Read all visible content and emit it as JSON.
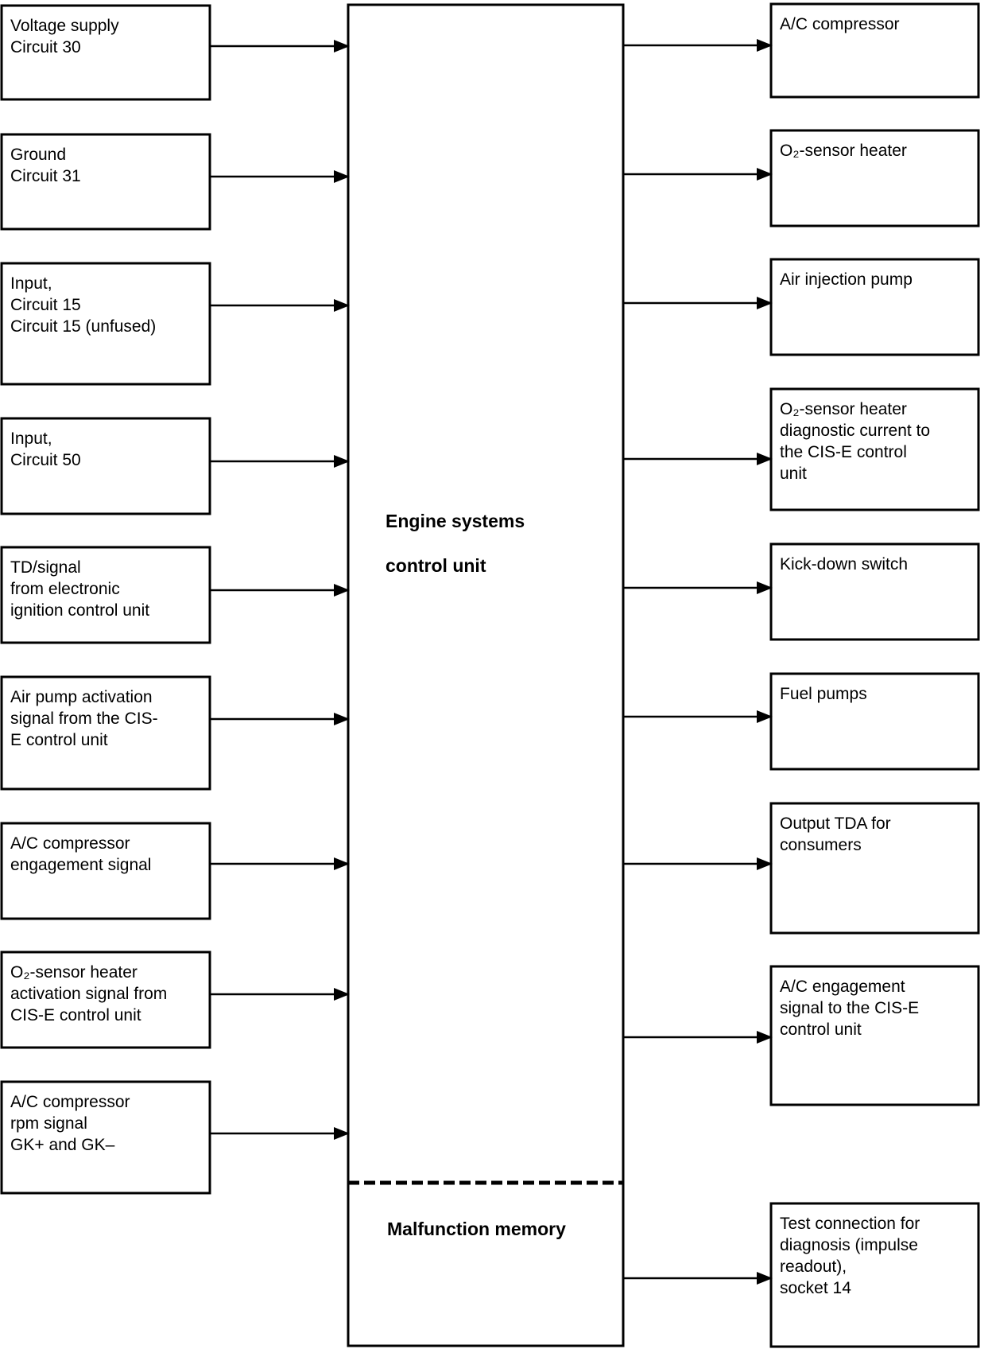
{
  "central_unit": {
    "title_line1": "Engine systems",
    "title_line2": "control unit",
    "memory_label": "Malfunction memory"
  },
  "inputs": [
    {
      "lines": [
        "Voltage supply",
        "Circuit 30"
      ]
    },
    {
      "lines": [
        "Ground",
        "Circuit 31"
      ]
    },
    {
      "lines": [
        "Input,",
        "Circuit 15",
        "Circuit 15 (unfused)"
      ]
    },
    {
      "lines": [
        "Input,",
        "Circuit 50"
      ]
    },
    {
      "lines": [
        "TD/signal",
        "from electronic",
        "ignition control unit"
      ]
    },
    {
      "lines": [
        "Air pump activation",
        "signal from the CIS-",
        "E control unit"
      ]
    },
    {
      "lines": [
        "A/C compressor",
        "engagement signal"
      ]
    },
    {
      "lines": [
        "O₂-sensor heater",
        "activation signal from",
        "CIS-E control unit"
      ]
    },
    {
      "lines": [
        "A/C compressor",
        "rpm signal",
        "GK+ and GK–"
      ]
    }
  ],
  "outputs": [
    {
      "lines": [
        "A/C compressor"
      ]
    },
    {
      "lines": [
        "O₂-sensor heater"
      ]
    },
    {
      "lines": [
        "Air injection pump"
      ]
    },
    {
      "lines": [
        "O₂-sensor heater",
        "diagnostic current to",
        "the CIS-E control",
        "unit"
      ]
    },
    {
      "lines": [
        "Kick-down switch"
      ]
    },
    {
      "lines": [
        "Fuel pumps"
      ]
    },
    {
      "lines": [
        "Output TDA for",
        "consumers"
      ]
    },
    {
      "lines": [
        "A/C engagement",
        "signal to the CIS-E",
        "control unit"
      ]
    },
    {
      "lines": [
        "Test connection for",
        "diagnosis (impulse",
        "readout),",
        "socket 14"
      ]
    }
  ]
}
